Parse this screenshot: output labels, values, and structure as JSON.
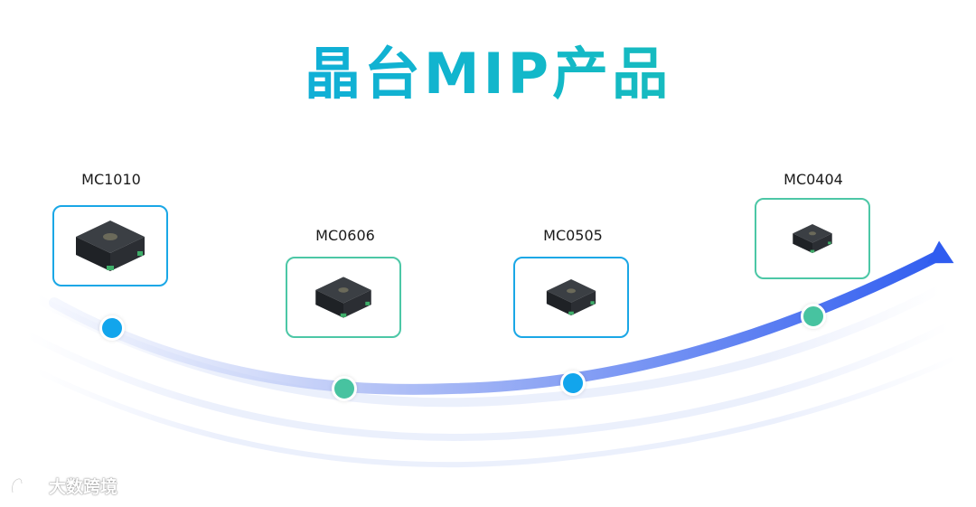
{
  "title": "晶台MIP产品",
  "colors": {
    "title_gradient_start": "#0ea3e8",
    "title_gradient_end": "#22c2a8",
    "box_blue": "#1aa7e6",
    "box_green": "#4cc7a6",
    "dot_blue": "#12a5ec",
    "dot_green": "#47c3a0",
    "arrow_end": "#2f5cf0"
  },
  "products": [
    {
      "label": "MC1010",
      "box_style": "blue",
      "dot_style": "blue",
      "icon": "led-chip-icon"
    },
    {
      "label": "MC0606",
      "box_style": "green",
      "dot_style": "green",
      "icon": "led-chip-icon"
    },
    {
      "label": "MC0505",
      "box_style": "blue",
      "dot_style": "blue",
      "icon": "led-chip-icon"
    },
    {
      "label": "MC0404",
      "box_style": "green",
      "dot_style": "green",
      "icon": "led-chip-icon"
    }
  ],
  "watermark": {
    "text": "大数跨境",
    "icon": "logo-icon"
  }
}
